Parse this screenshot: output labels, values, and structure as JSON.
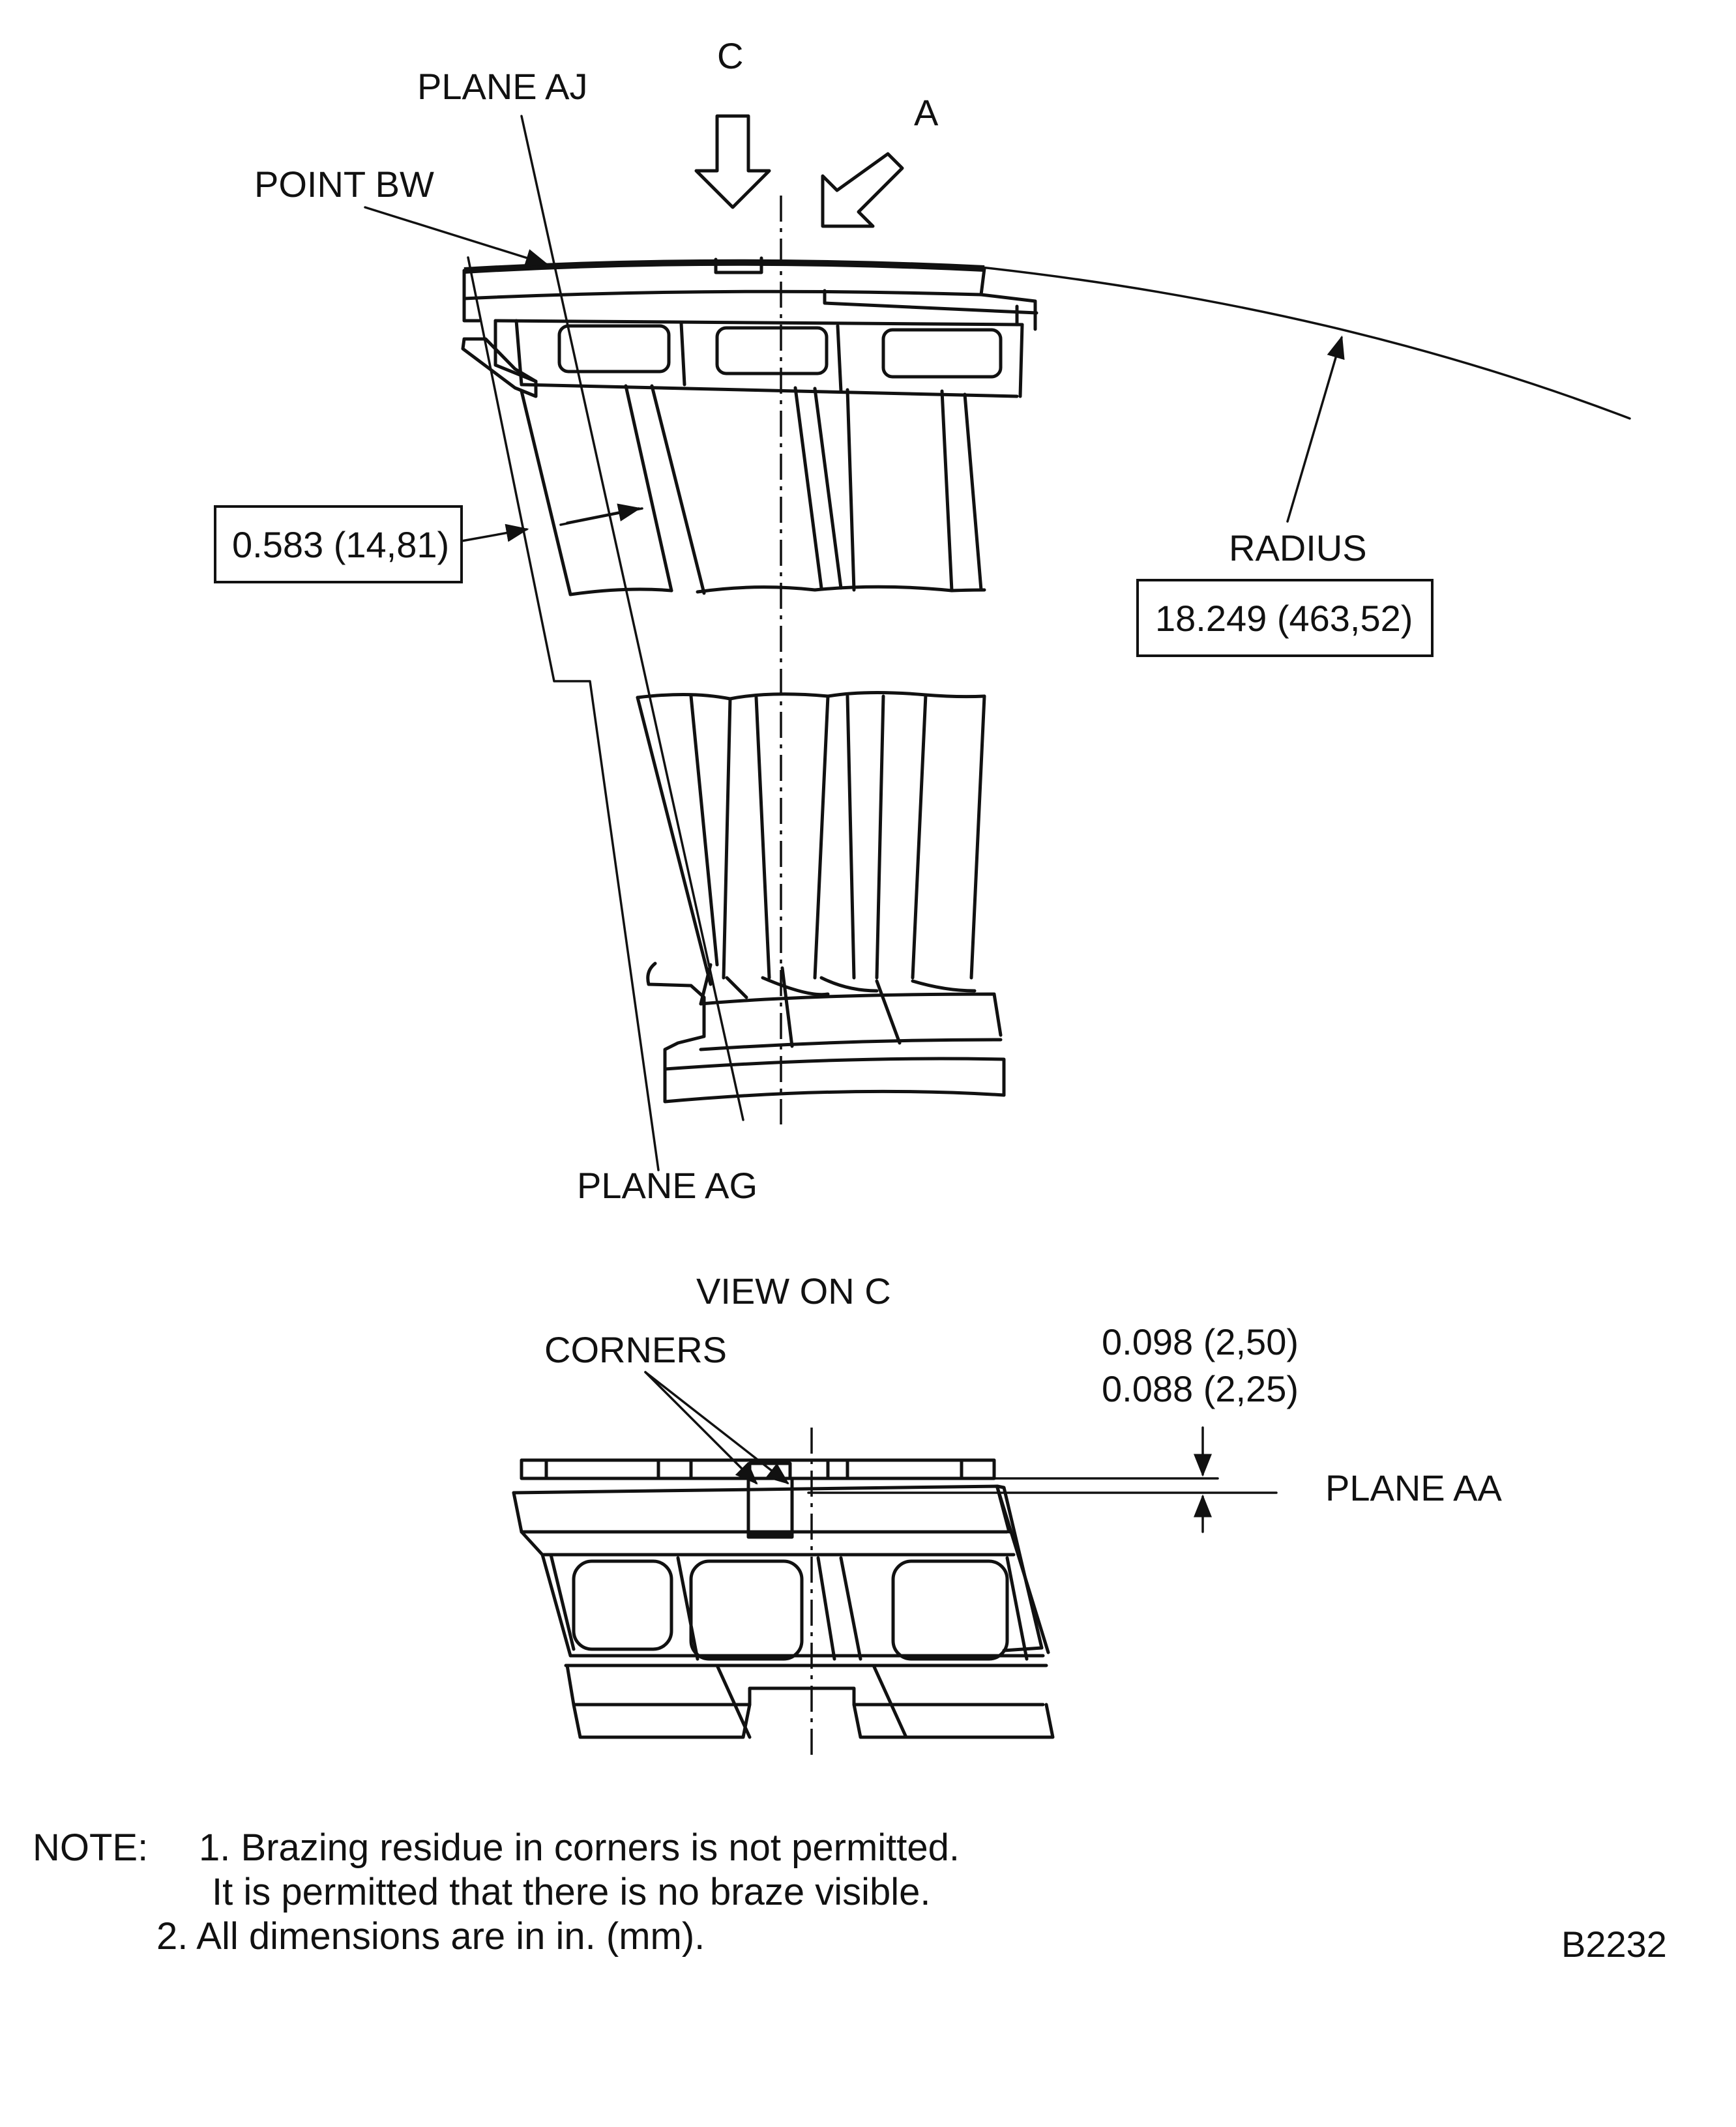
{
  "labels": {
    "view_arrow_c": "C",
    "view_arrow_a": "A",
    "plane_aj": "PLANE AJ",
    "point_bw": "POINT BW",
    "dimension_thickness": "0.583 (14,81)",
    "radius_label": "RADIUS",
    "radius_value": "18.249 (463,52)",
    "plane_ag": "PLANE AG",
    "view_title": "VIEW ON C",
    "corners": "CORNERS",
    "dim_max": "0.098 (2,50)",
    "dim_min": "0.088 (2,25)",
    "plane_aa": "PLANE AA"
  },
  "notes": {
    "prefix": "NOTE:",
    "note1_line1": "1. Brazing residue in corners is not permitted.",
    "note1_line2": "It is permitted that there is no braze visible.",
    "note2": "2. All dimensions are in in. (mm)."
  },
  "figure_id": "B2232"
}
